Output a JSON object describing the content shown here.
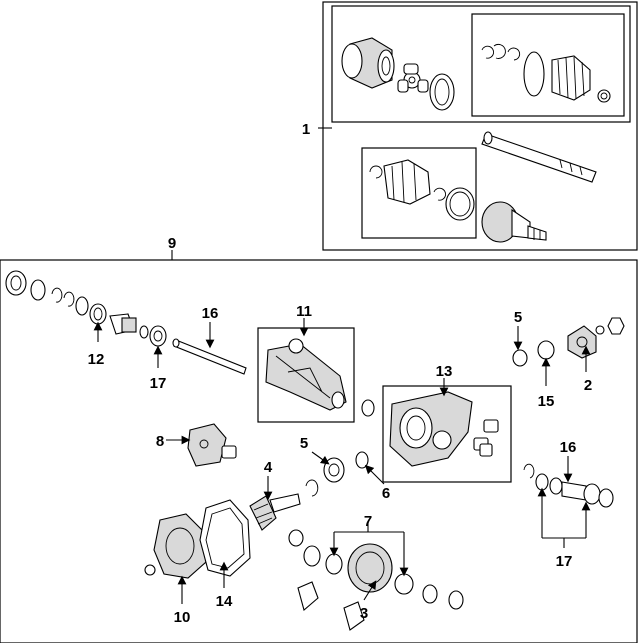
{
  "colors": {
    "line": "#000000",
    "background": "#ffffff",
    "shade": "#d9d9d9"
  },
  "callouts": {
    "c1": "1",
    "c2": "2",
    "c3": "3",
    "c4": "4",
    "c5a": "5",
    "c5b": "5",
    "c6": "6",
    "c7": "7",
    "c8": "8",
    "c9": "9",
    "c10": "10",
    "c11": "11",
    "c12": "12",
    "c13": "13",
    "c14": "14",
    "c15": "15",
    "c16a": "16",
    "c16b": "16",
    "c17a": "17",
    "c17b": "17"
  }
}
